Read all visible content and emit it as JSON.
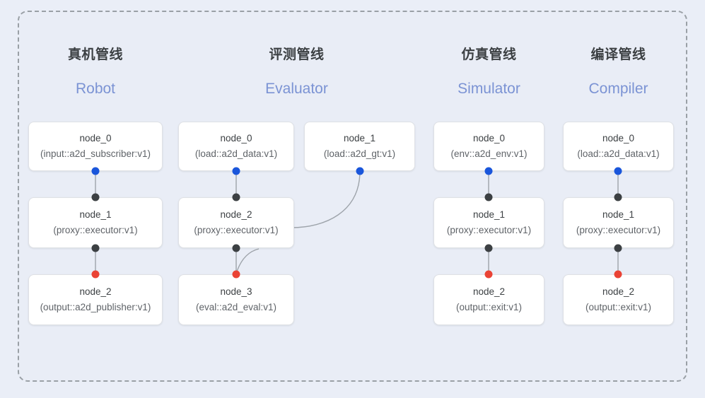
{
  "diagram": {
    "background_color": "#eaeef7",
    "frame_color": "#9aa0a6",
    "edge_color": "#9aa0a6",
    "port_colors": {
      "input": "#1a56db",
      "proxy": "#3c4043",
      "output": "#ea4335"
    },
    "header_cn_color": "#3c4043",
    "header_en_color": "#7b93d4"
  },
  "columns": [
    {
      "id": "robot",
      "title_cn": "真机管线",
      "title_en": "Robot",
      "nodes": [
        {
          "name": "node_0",
          "spec": "(input::a2d_subscriber:v1)"
        },
        {
          "name": "node_1",
          "spec": "(proxy::executor:v1)"
        },
        {
          "name": "node_2",
          "spec": "(output::a2d_publisher:v1)"
        }
      ]
    },
    {
      "id": "evaluator",
      "title_cn": "评测管线",
      "title_en": "Evaluator",
      "nodes": [
        {
          "name": "node_0",
          "spec": "(load::a2d_data:v1)"
        },
        {
          "name": "node_1",
          "spec": "(load::a2d_gt:v1)"
        },
        {
          "name": "node_2",
          "spec": "(proxy::executor:v1)"
        },
        {
          "name": "node_3",
          "spec": "(eval::a2d_eval:v1)"
        }
      ]
    },
    {
      "id": "simulator",
      "title_cn": "仿真管线",
      "title_en": "Simulator",
      "nodes": [
        {
          "name": "node_0",
          "spec": "(env::a2d_env:v1)"
        },
        {
          "name": "node_1",
          "spec": "(proxy::executor:v1)"
        },
        {
          "name": "node_2",
          "spec": "(output::exit:v1)"
        }
      ]
    },
    {
      "id": "compiler",
      "title_cn": "编译管线",
      "title_en": "Compiler",
      "nodes": [
        {
          "name": "node_0",
          "spec": "(load::a2d_data:v1)"
        },
        {
          "name": "node_1",
          "spec": "(proxy::executor:v1)"
        },
        {
          "name": "node_2",
          "spec": "(output::exit:v1)"
        }
      ]
    }
  ]
}
